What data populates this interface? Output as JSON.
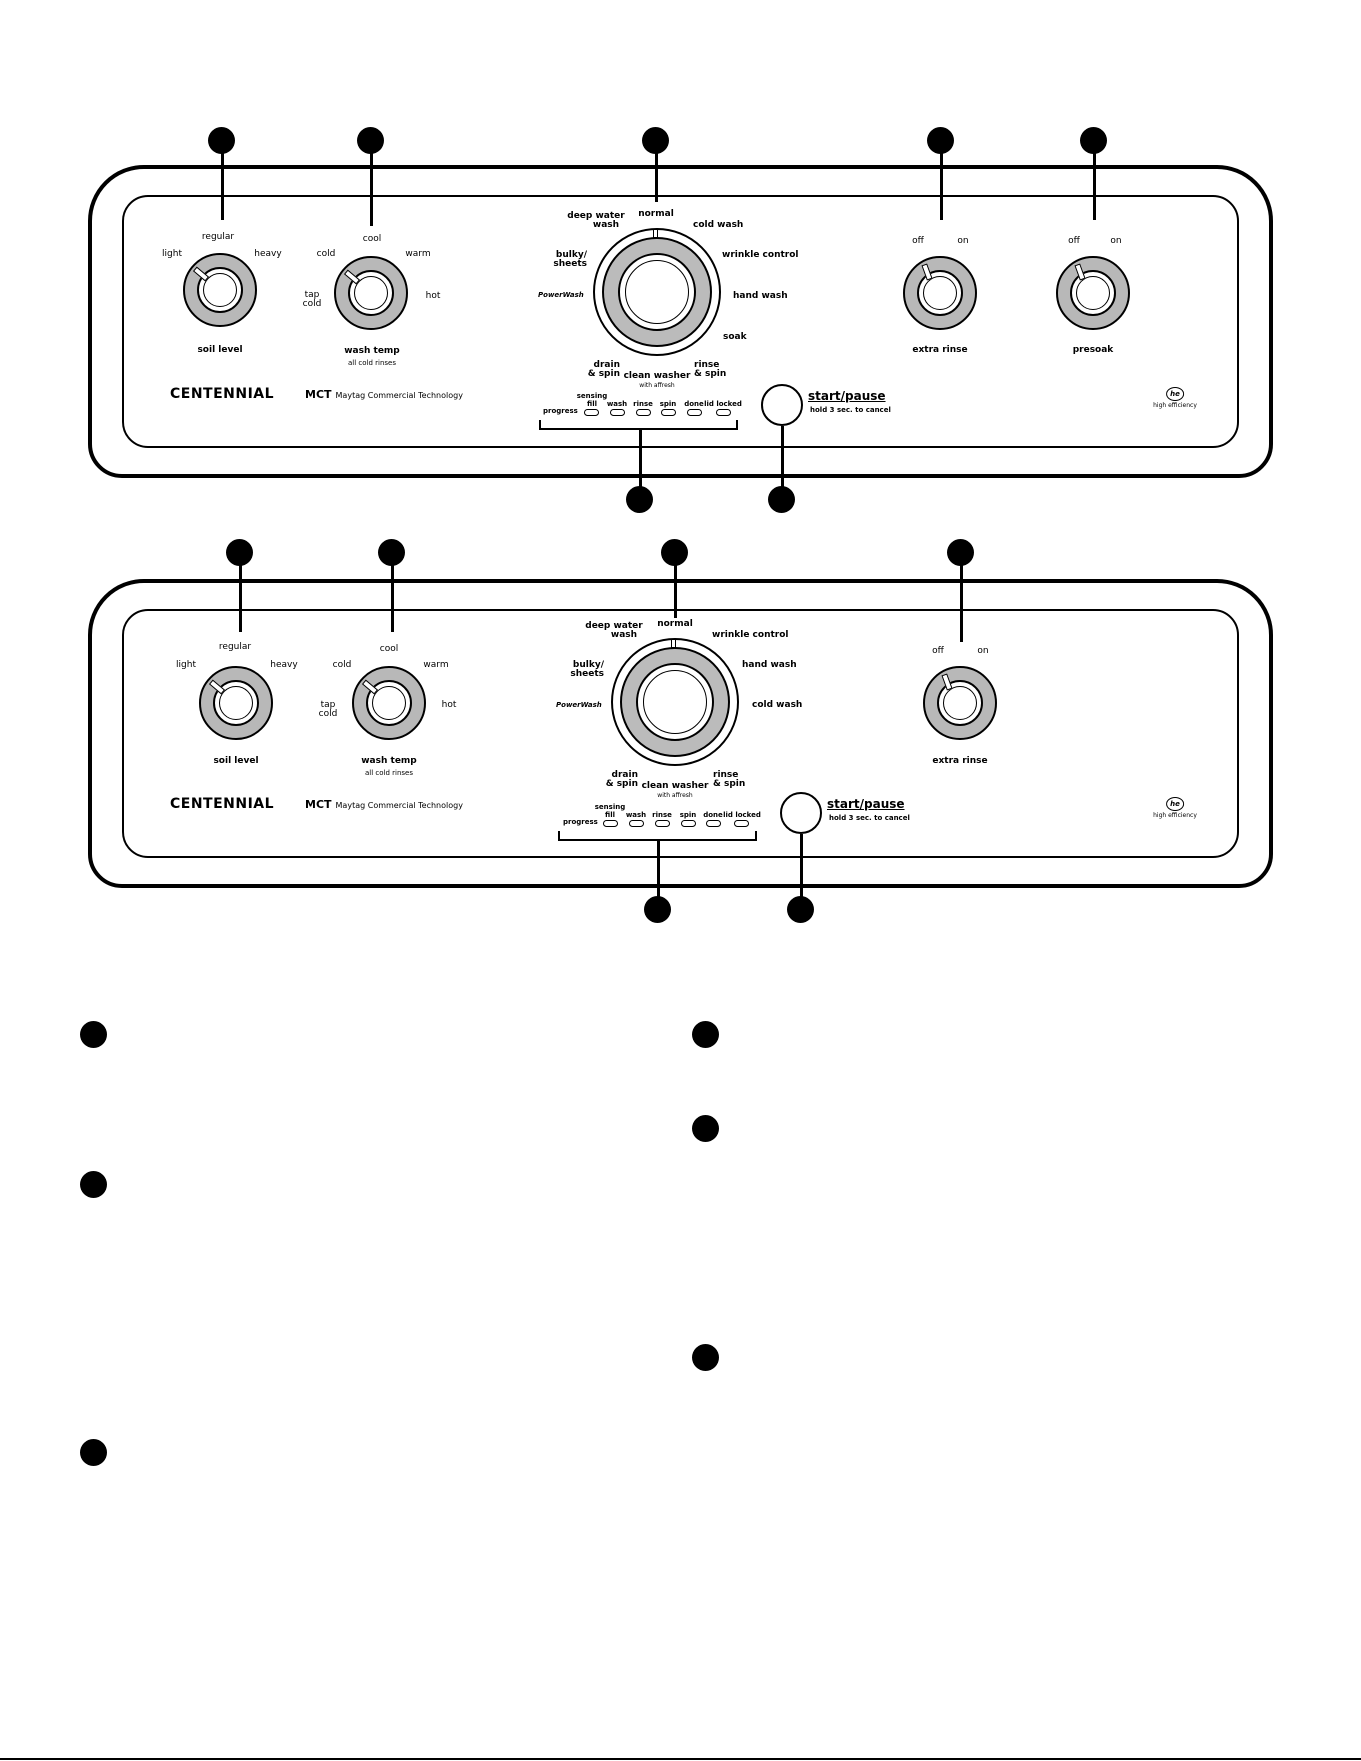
{
  "panel1": {
    "soil_level": {
      "light": "light",
      "regular": "regular",
      "heavy": "heavy",
      "name": "soil level"
    },
    "wash_temp": {
      "cold": "cold",
      "cool": "cool",
      "warm": "warm",
      "tap": "tap",
      "tap2": "cold",
      "hot": "hot",
      "name": "wash temp",
      "sub": "all cold rinses"
    },
    "cycles": {
      "deep_water_1": "deep water",
      "deep_water_2": "wash",
      "normal": "normal",
      "cold_wash": "cold wash",
      "bulky_1": "bulky/",
      "bulky_2": "sheets",
      "wrinkle_control": "wrinkle control",
      "powerwash": "PowerWash",
      "hand_wash": "hand wash",
      "soak": "soak",
      "drain_1": "drain",
      "drain_2": "& spin",
      "clean_washer": "clean washer",
      "clean_washer_sub": "with affresh",
      "rinse_1": "rinse",
      "rinse_2": "& spin"
    },
    "extra_rinse": {
      "off": "off",
      "on": "on",
      "name": "extra rinse"
    },
    "presoak": {
      "off": "off",
      "on": "on",
      "name": "presoak"
    },
    "brand": "CENTENNIAL",
    "mct": "MCT",
    "mct_sub": "Maytag Commercial Technology",
    "progress": {
      "label": "progress",
      "sensing": "sensing",
      "fill": "fill",
      "wash": "wash",
      "rinse": "rinse",
      "spin": "spin",
      "done": "done",
      "lid_locked": "lid locked"
    },
    "start_pause": "start/pause",
    "hold": "hold 3 sec. to cancel",
    "he_logo": "he",
    "he_text": "high efficiency"
  },
  "panel2": {
    "soil_level": {
      "light": "light",
      "regular": "regular",
      "heavy": "heavy",
      "name": "soil level"
    },
    "wash_temp": {
      "cold": "cold",
      "cool": "cool",
      "warm": "warm",
      "tap": "tap",
      "tap2": "cold",
      "hot": "hot",
      "name": "wash temp",
      "sub": "all cold rinses"
    },
    "cycles": {
      "deep_water_1": "deep water",
      "deep_water_2": "wash",
      "normal": "normal",
      "wrinkle_control": "wrinkle control",
      "bulky_1": "bulky/",
      "bulky_2": "sheets",
      "hand_wash": "hand wash",
      "powerwash": "PowerWash",
      "cold_wash": "cold wash",
      "drain_1": "drain",
      "drain_2": "& spin",
      "clean_washer": "clean washer",
      "clean_washer_sub": "with affresh",
      "rinse_1": "rinse",
      "rinse_2": "& spin"
    },
    "extra_rinse": {
      "off": "off",
      "on": "on",
      "name": "extra rinse"
    },
    "brand": "CENTENNIAL",
    "mct": "MCT",
    "mct_sub": "Maytag Commercial Technology",
    "progress": {
      "label": "progress",
      "sensing": "sensing",
      "fill": "fill",
      "wash": "wash",
      "rinse": "rinse",
      "spin": "spin",
      "done": "done",
      "lid_locked": "lid locked"
    },
    "start_pause": "start/pause",
    "hold": "hold 3 sec. to cancel",
    "he_logo": "he",
    "he_text": "high efficiency"
  }
}
